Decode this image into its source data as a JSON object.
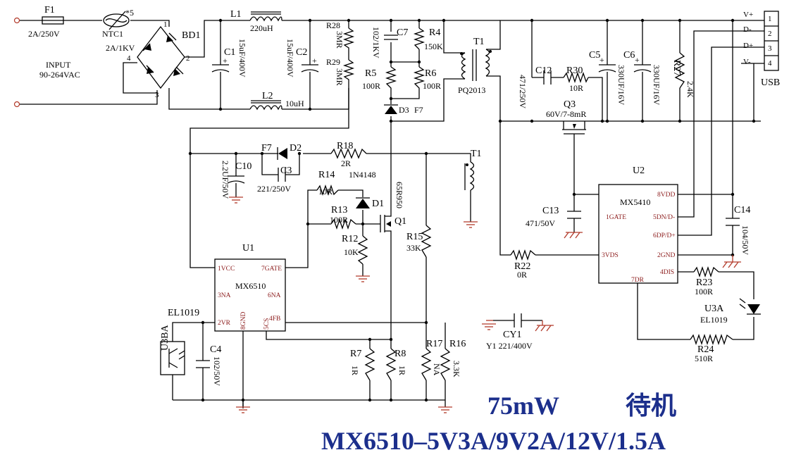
{
  "input": {
    "label": "INPUT",
    "range": "90-264VAC"
  },
  "fuse": {
    "ref": "F1",
    "value": "2A/250V"
  },
  "ntc": {
    "ref": "NTC1",
    "note": "*5"
  },
  "bridge": {
    "ref": "BD1",
    "value": "2A/1KV",
    "pin1": "1",
    "pin2": "2",
    "pin3": "3",
    "pin4": "4"
  },
  "c1": {
    "ref": "C1",
    "value": "15uF/400V"
  },
  "c2": {
    "ref": "C2",
    "value": "15uF/400V"
  },
  "l1": {
    "ref": "L1",
    "value": "220uH"
  },
  "l2": {
    "ref": "L2",
    "value": "10uH"
  },
  "r28": {
    "ref": "R28",
    "value": "3MR"
  },
  "r29": {
    "ref": "R29",
    "value": "3MR"
  },
  "c7": {
    "ref": "C7",
    "value": "102/1KV"
  },
  "r4": {
    "ref": "R4",
    "value": "150K"
  },
  "r5": {
    "ref": "R5",
    "value": "100R"
  },
  "r6": {
    "ref": "R6",
    "value": "100R"
  },
  "d3": {
    "ref": "D3",
    "value": "F7"
  },
  "t1": {
    "ref": "T1",
    "value": "PQ2013"
  },
  "t1aux": {
    "ref": "T1"
  },
  "c12": {
    "ref": "C12",
    "value": "471/250V"
  },
  "r30": {
    "ref": "R30",
    "value": "10R"
  },
  "c5": {
    "ref": "C5",
    "value": "330UF/16V"
  },
  "c6": {
    "ref": "C6",
    "value": "330UF/16V"
  },
  "r27": {
    "ref": "R27",
    "value": "2.4K"
  },
  "q3": {
    "ref": "Q3",
    "value": "60V/7-8mR"
  },
  "usb": {
    "label": "USB",
    "pins": [
      "1",
      "2",
      "3",
      "4"
    ],
    "signals": [
      "V+",
      "D-",
      "D+",
      "V-"
    ]
  },
  "d2": {
    "ref": "D2",
    "value": "F7"
  },
  "r18": {
    "ref": "R18",
    "value": "2R"
  },
  "c10": {
    "ref": "C10",
    "value": "2.2UF/50V"
  },
  "c3": {
    "ref": "C3",
    "value": "221/250V"
  },
  "r14": {
    "ref": "R14",
    "value": "10R"
  },
  "d1": {
    "ref": "D1",
    "value": "1N4148"
  },
  "r13": {
    "ref": "R13",
    "value": "100R"
  },
  "q1": {
    "ref": "Q1",
    "value": "65R950"
  },
  "r12": {
    "ref": "R12",
    "value": "10K"
  },
  "r15": {
    "ref": "R15",
    "value": "33K"
  },
  "u1": {
    "ref": "U1",
    "name": "MX6510",
    "pins": {
      "vcc": "1VCC",
      "gate": "7GATE",
      "na3": "3NA",
      "na6": "6NA",
      "vr": "2VR",
      "gnd": "8GND",
      "cs": "5CS",
      "fb": "4FB"
    }
  },
  "u3b": {
    "ref": "U3BA",
    "value": "EL1019"
  },
  "c4": {
    "ref": "C4",
    "value": "102/50V"
  },
  "r7": {
    "ref": "R7",
    "value": "1R"
  },
  "r8": {
    "ref": "R8",
    "value": "1R"
  },
  "r17": {
    "ref": "R17",
    "value": "NA"
  },
  "r16": {
    "ref": "R16",
    "value": "3.3K"
  },
  "cy1": {
    "ref": "CY1",
    "value": "Y1 221/400V"
  },
  "u2": {
    "ref": "U2",
    "name": "MX5410",
    "pins": {
      "vdd": "8VDD",
      "gate": "1GATE",
      "dn": "5DN/D-",
      "dp": "6DP/D+",
      "vds": "3VDS",
      "gnd": "2GND",
      "dis": "4DIS",
      "dr": "7DR"
    }
  },
  "c13": {
    "ref": "C13",
    "value": "471/50V"
  },
  "c14": {
    "ref": "C14",
    "value": "104/50V"
  },
  "r22": {
    "ref": "R22",
    "value": "0R"
  },
  "r23": {
    "ref": "R23",
    "value": "100R"
  },
  "u3a": {
    "ref": "U3A",
    "value": "EL1019"
  },
  "r24": {
    "ref": "R24",
    "value": "510R"
  },
  "footer": {
    "standby": "75mW",
    "standby_cn": "待机",
    "spec": "MX6510–5V3A/9V2A/12V/1.5A"
  },
  "colors": {
    "title": "#1c2f8c",
    "pin_label": "#8b1a1a",
    "ground_secondary": "#b23a2a"
  }
}
